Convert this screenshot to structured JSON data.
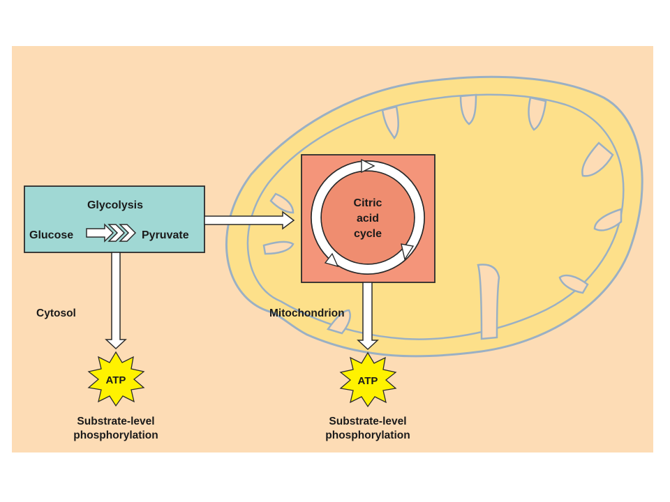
{
  "diagram": {
    "glycolysis": {
      "title": "Glycolysis",
      "start": "Glucose",
      "end": "Pyruvate"
    },
    "citric_acid_cycle": {
      "line1": "Citric",
      "line2": "acid",
      "line3": "cycle"
    },
    "compartments": {
      "cytosol": "Cytosol",
      "mitochondrion": "Mitochondrion"
    },
    "atp_left": {
      "label": "ATP",
      "caption_line1": "Substrate-level",
      "caption_line2": "phosphorylation"
    },
    "atp_right": {
      "label": "ATP",
      "caption_line1": "Substrate-level",
      "caption_line2": "phosphorylation"
    }
  },
  "colors": {
    "background_panel": "#fddcb5",
    "mitochondrion_fill": "#fde08a",
    "mitochondrion_outline": "#9ab0c4",
    "glycolysis_box": "#a0d8d4",
    "citric_box": "#f4957a",
    "cycle_center": "#ef8d70",
    "atp_star": "#fff200",
    "arrow_fill": "#ffffff",
    "outline": "#2a2a2a"
  }
}
